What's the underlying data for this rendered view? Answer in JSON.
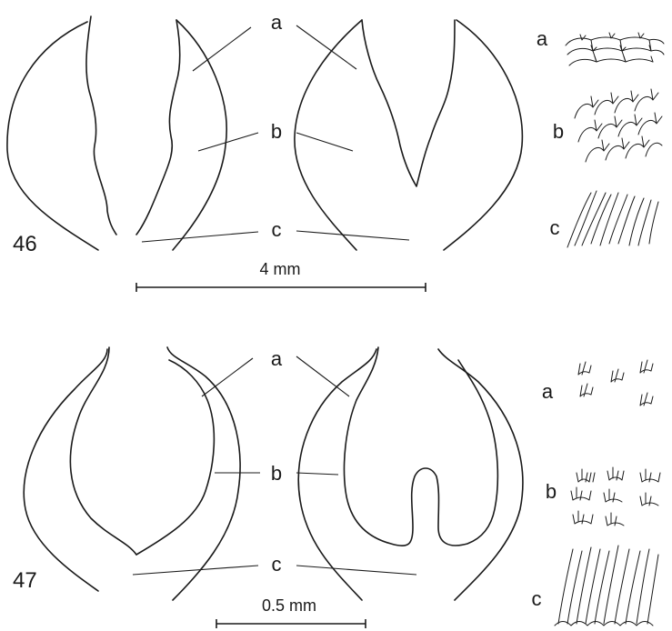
{
  "figures": [
    {
      "number": "46",
      "scale_label": "4 mm",
      "labels": [
        "a",
        "b",
        "c"
      ],
      "detail_labels": [
        "a",
        "b",
        "c"
      ]
    },
    {
      "number": "47",
      "scale_label": "0.5 mm",
      "labels": [
        "a",
        "b",
        "c"
      ],
      "detail_labels": [
        "a",
        "b",
        "c"
      ]
    }
  ],
  "colors": {
    "ink": "#1a1a1a",
    "background": "#ffffff"
  }
}
